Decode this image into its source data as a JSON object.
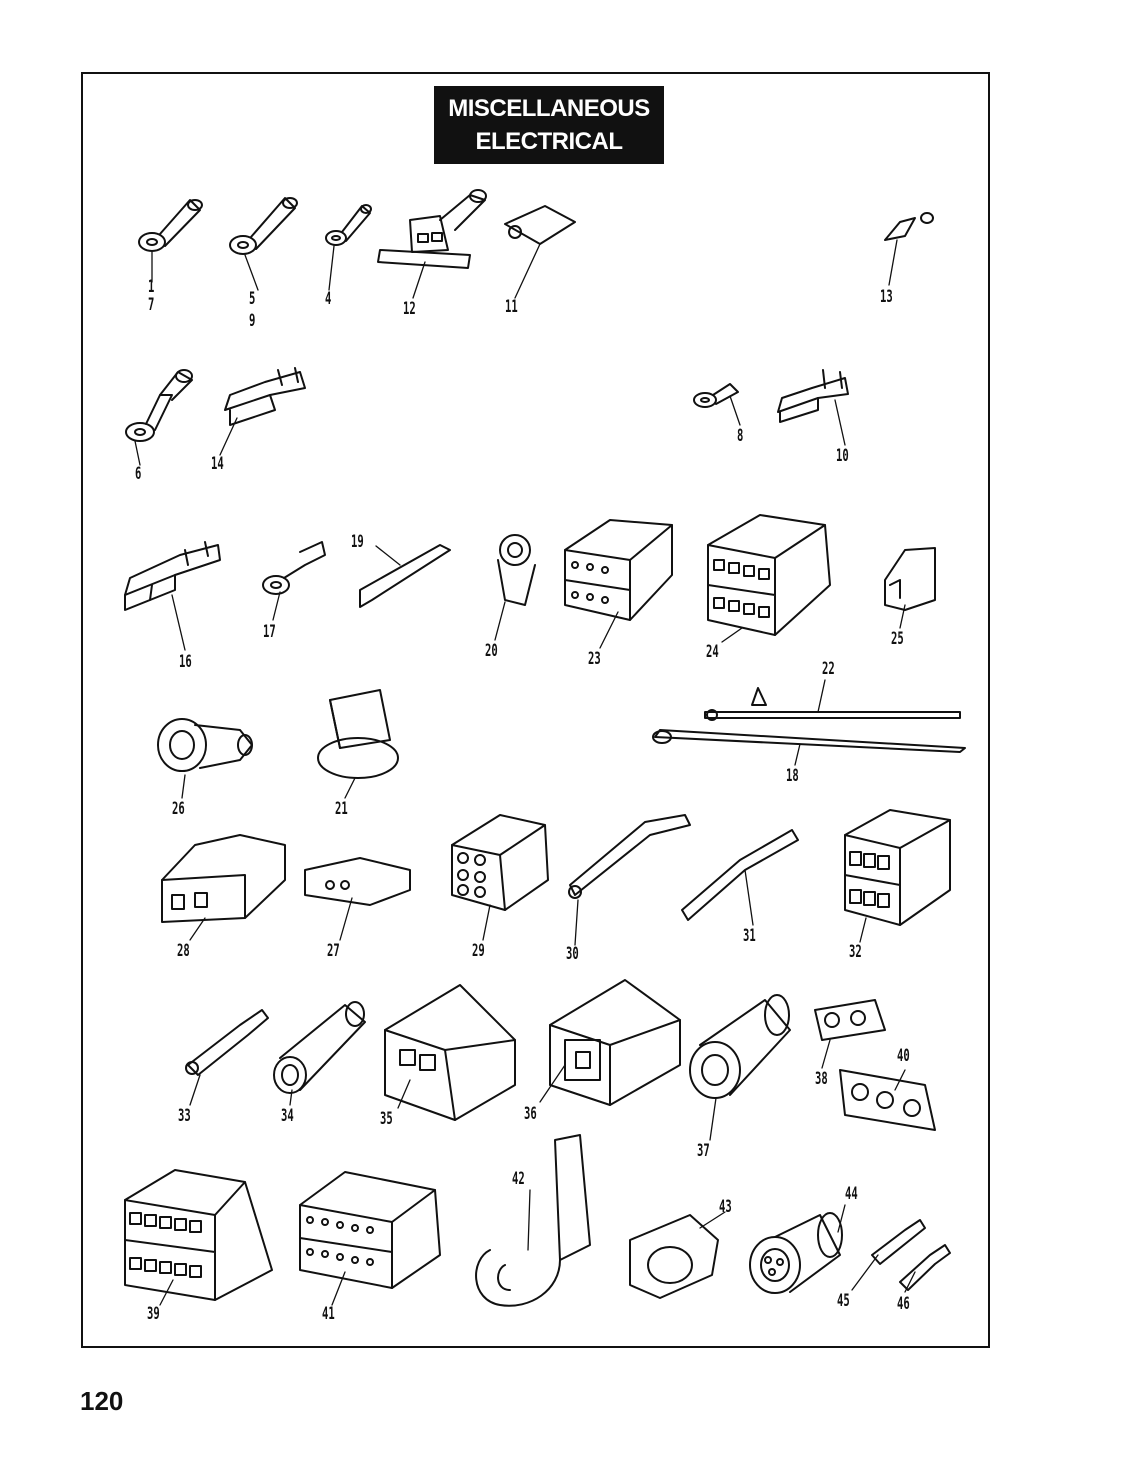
{
  "title": {
    "line1": "MISCELLANEOUS",
    "line2": "ELECTRICAL"
  },
  "page_number": "120",
  "part_labels": [
    {
      "key": "p1",
      "text": "1"
    },
    {
      "key": "p7",
      "text": "7"
    },
    {
      "key": "p5",
      "text": "5"
    },
    {
      "key": "p9",
      "text": "9"
    },
    {
      "key": "p4",
      "text": "4"
    },
    {
      "key": "p12",
      "text": "12"
    },
    {
      "key": "p11",
      "text": "11"
    },
    {
      "key": "p13",
      "text": "13"
    },
    {
      "key": "p6",
      "text": "6"
    },
    {
      "key": "p14",
      "text": "14"
    },
    {
      "key": "p8",
      "text": "8"
    },
    {
      "key": "p10",
      "text": "10"
    },
    {
      "key": "p16",
      "text": "16"
    },
    {
      "key": "p17",
      "text": "17"
    },
    {
      "key": "p19",
      "text": "19"
    },
    {
      "key": "p20",
      "text": "20"
    },
    {
      "key": "p23",
      "text": "23"
    },
    {
      "key": "p24",
      "text": "24"
    },
    {
      "key": "p25",
      "text": "25"
    },
    {
      "key": "p22",
      "text": "22"
    },
    {
      "key": "p18",
      "text": "18"
    },
    {
      "key": "p26",
      "text": "26"
    },
    {
      "key": "p21",
      "text": "21"
    },
    {
      "key": "p28",
      "text": "28"
    },
    {
      "key": "p27",
      "text": "27"
    },
    {
      "key": "p29",
      "text": "29"
    },
    {
      "key": "p30",
      "text": "30"
    },
    {
      "key": "p31",
      "text": "31"
    },
    {
      "key": "p32",
      "text": "32"
    },
    {
      "key": "p33",
      "text": "33"
    },
    {
      "key": "p34",
      "text": "34"
    },
    {
      "key": "p35",
      "text": "35"
    },
    {
      "key": "p36",
      "text": "36"
    },
    {
      "key": "p37",
      "text": "37"
    },
    {
      "key": "p38",
      "text": "38"
    },
    {
      "key": "p40",
      "text": "40"
    },
    {
      "key": "p39",
      "text": "39"
    },
    {
      "key": "p41",
      "text": "41"
    },
    {
      "key": "p42",
      "text": "42"
    },
    {
      "key": "p43",
      "text": "43"
    },
    {
      "key": "p44",
      "text": "44"
    },
    {
      "key": "p45",
      "text": "45"
    },
    {
      "key": "p46",
      "text": "46"
    }
  ]
}
